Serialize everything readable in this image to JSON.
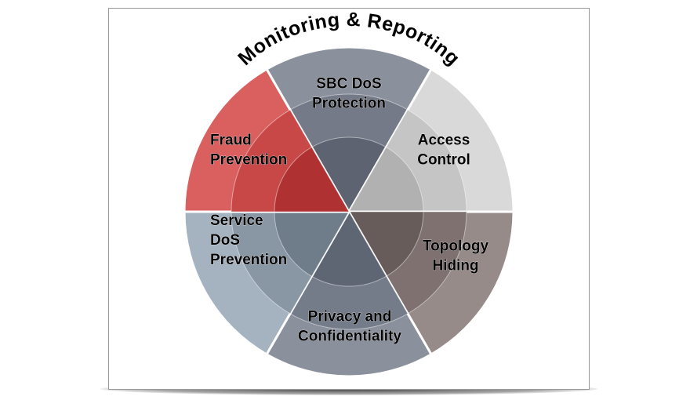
{
  "title": "Monitoring & Reporting",
  "segments": [
    {
      "id": "sbc-dos-protection",
      "lines": [
        "SBC DoS",
        "Protection"
      ],
      "colors": [
        "#8b909d",
        "#747a88",
        "#5d6371"
      ]
    },
    {
      "id": "access-control",
      "lines": [
        "Access",
        "Control"
      ],
      "colors": [
        "#d9d9d9",
        "#c5c5c5",
        "#b1b1b1"
      ]
    },
    {
      "id": "topology-hiding",
      "lines": [
        "Topology",
        "Hiding"
      ],
      "colors": [
        "#978b89",
        "#7e716f",
        "#685c5a"
      ]
    },
    {
      "id": "privacy-and-confidentiality",
      "lines": [
        "Privacy and",
        "Confidentiality"
      ],
      "colors": [
        "#8b909d",
        "#747b89",
        "#5f6673"
      ]
    },
    {
      "id": "service-dos-prevention",
      "lines": [
        "Service",
        "DoS",
        "Prevention"
      ],
      "colors": [
        "#a5b3c1",
        "#8997a5",
        "#6f7d8b"
      ]
    },
    {
      "id": "fraud-prevention",
      "lines": [
        "Fraud",
        "Prevention"
      ],
      "colors": [
        "#da6060",
        "#c84848",
        "#b03131"
      ]
    }
  ]
}
